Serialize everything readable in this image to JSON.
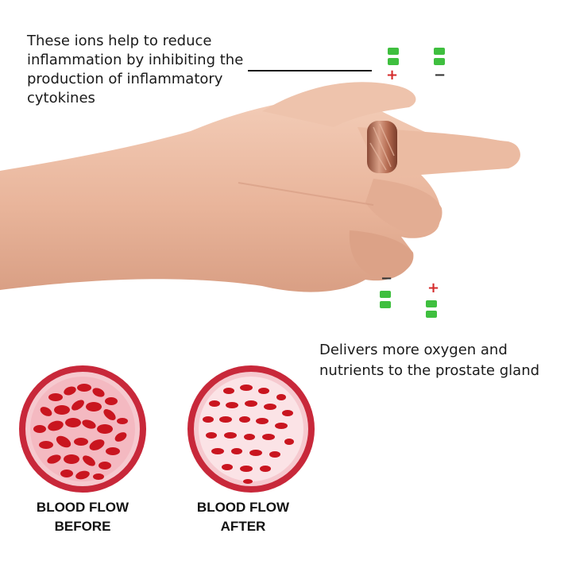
{
  "captions": {
    "ions": "These ions help to reduce\ninflammation by inhibiting the\nproduction of inflammatory\ncytokines",
    "oxygen": "Delivers more oxygen and\nnutrients to the prostate gland"
  },
  "ion_signs": {
    "top_left": "+",
    "top_right": "−",
    "bottom_left": "−",
    "bottom_right": "+"
  },
  "comparisons": [
    {
      "label": "BLOOD FLOW\nBEFORE"
    },
    {
      "label": "BLOOD FLOW\nAFTER"
    }
  ],
  "colors": {
    "ion_green": "#3fbf3f",
    "plus_red": "#d42a2a",
    "minus_dark": "#333333",
    "dish_ring": "#c8283a",
    "cell_red": "#c9151f",
    "ring_copper": "#b8735a",
    "skin": "#eab9a1"
  }
}
